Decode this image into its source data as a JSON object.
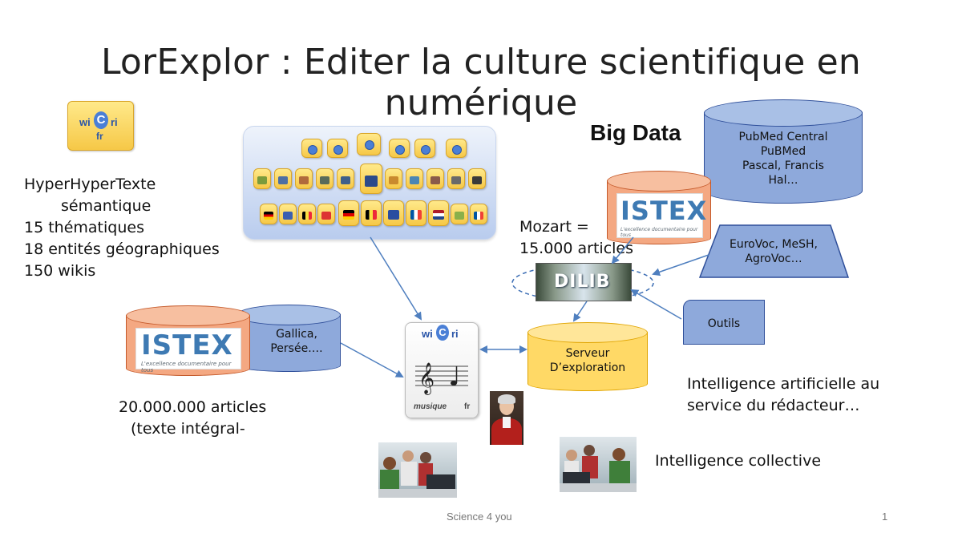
{
  "title": "LorExplor : Editer la culture scientifique en numérique",
  "wikis_block": {
    "lines": [
      "HyperHyperTexte",
      "sémantique",
      "15 thématiques",
      "18 entités géographiques",
      "150 wikis"
    ]
  },
  "big_data": "Big Data",
  "pubmed_cylinder": {
    "lines": [
      "PubMed Central",
      "PuBMed",
      "Pascal, Francis",
      "Hal…"
    ]
  },
  "istex_logo": {
    "word": "ISTEX",
    "tagline": "L'excellence documentaire pour tous"
  },
  "mozart": {
    "line1": "Mozart =",
    "line2": "15.000 articles"
  },
  "vocab_box": {
    "lines": [
      "EuroVoc, MeSH,",
      "AgroVoc…"
    ]
  },
  "outils": "Outils",
  "serveur": {
    "lines": [
      "Serveur",
      "D’exploration"
    ]
  },
  "gallica": {
    "lines": [
      "Gallica,",
      "Persée…."
    ]
  },
  "istex_articles": {
    "line1": "20.000.000 articles",
    "line2": "(texte intégral-"
  },
  "ia_text": {
    "line1": "Intelligence artificielle au",
    "line2": "service du rédacteur…"
  },
  "intelligence_collective": "Intelligence collective",
  "wicri_logo": {
    "left": "wi",
    "center": "C",
    "right": "ri",
    "sub": "fr"
  },
  "musique_tile": {
    "left": "wi",
    "center": "C",
    "right": "ri",
    "caption": "musique",
    "lang": "fr"
  },
  "dilib_label": "DILIB",
  "footer": {
    "center": "Science 4 you",
    "page": "1"
  },
  "colors": {
    "blue_fill": "#8ea9db",
    "blue_border": "#2f4f9a",
    "istex_fill": "#f4a882",
    "istex_border": "#c55a2b",
    "serveur_fill": "#ffd966",
    "serveur_border": "#e0a400",
    "arrow": "#4f7fbf",
    "istex_blue": "#3e7ab3",
    "istex_green": "#7fb940"
  }
}
